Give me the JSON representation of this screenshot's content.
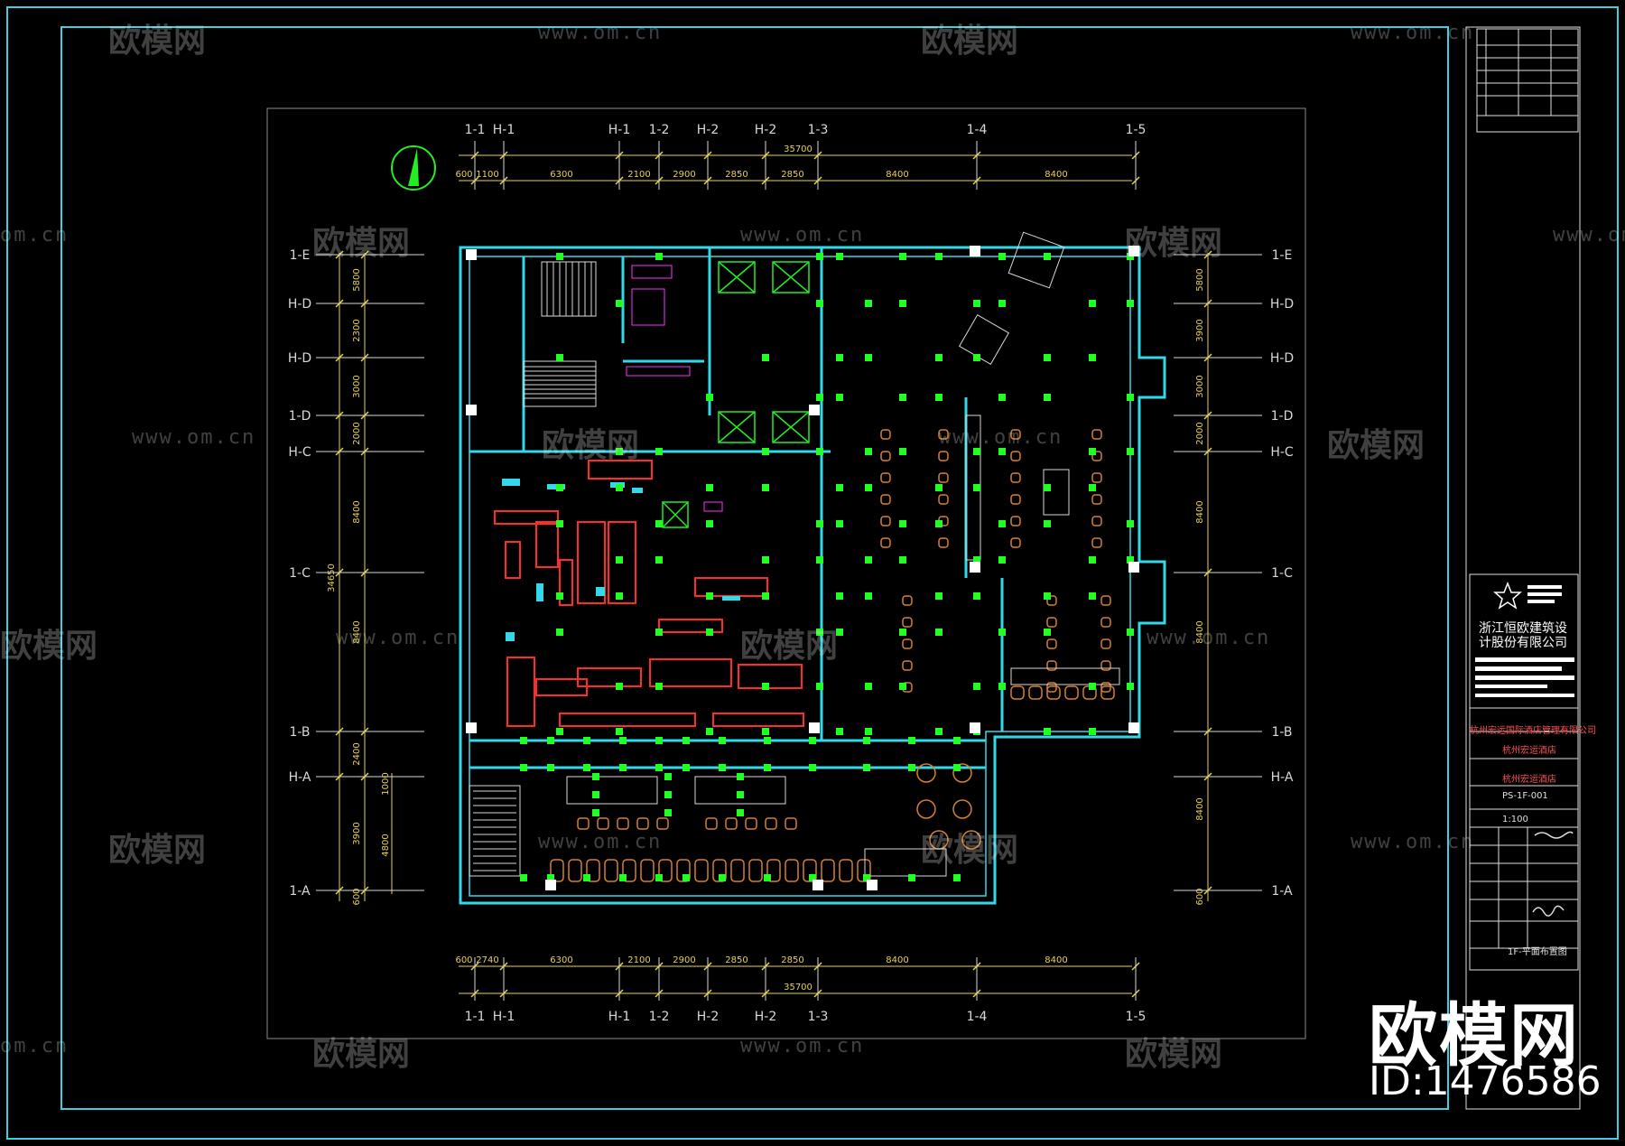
{
  "axes": {
    "columns": [
      "1-1",
      "H-1",
      "H-1",
      "1-2",
      "H-2",
      "H-2",
      "1-3",
      "1-4",
      "1-5"
    ],
    "rows": [
      "1-E",
      "H-D",
      "H-D",
      "1-D",
      "H-C",
      "1-C",
      "1-B",
      "H-A",
      "1-A"
    ]
  },
  "dimensions": {
    "top_total": "35700",
    "bottom_total": "35700",
    "top": [
      "600",
      "1100",
      "6300",
      "2100",
      "2900",
      "2850",
      "2850",
      "8400",
      "8400"
    ],
    "bottom": [
      "600",
      "2740",
      "6300",
      "2100",
      "2900",
      "2850",
      "2850",
      "8400",
      "8400"
    ],
    "left": [
      "5800",
      "2300",
      "3000",
      "2000",
      "8400",
      "8400",
      "2400",
      "3900",
      "600"
    ],
    "left_total": "34650",
    "left_inner": [
      "1000",
      "4800"
    ],
    "right": [
      "5800",
      "3900",
      "3000",
      "2000",
      "8400",
      "8400",
      "8400",
      "600"
    ]
  },
  "title_block": {
    "company": "浙江恒欧建筑设计股份有限公司",
    "client": "杭州宏运国际酒店管理有限公司",
    "project": "杭州宏运酒店",
    "project2": "杭州宏运酒店",
    "drawing_no": "PS-1F-001",
    "drawing_title": "1F-平面布置图",
    "scale": "1:100"
  },
  "watermarks": {
    "logo": "欧模网",
    "url": "www.om.cn",
    "url_partial": "om.cn",
    "big": "欧模网",
    "id": "ID:1476586"
  },
  "colors": {
    "background": "#000000",
    "frame": "#3fd0e0",
    "dimension": "#e8d24a",
    "axis": "#d8d8d8",
    "column": "#22ff22",
    "kitchen": "#ff2a2a",
    "furniture": "#d6802c",
    "wall": "#35d8e8",
    "magenta": "#ff30ff"
  }
}
